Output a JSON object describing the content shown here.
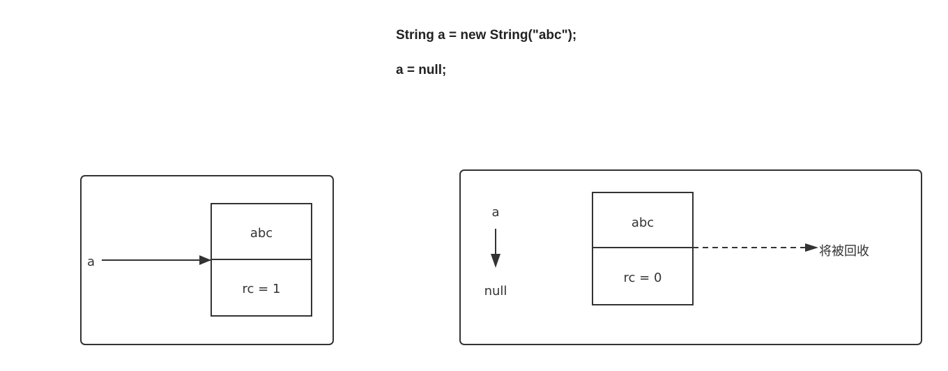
{
  "code": {
    "line1": "String a = new String(\"abc\");",
    "line2": "a = null;"
  },
  "left_panel": {
    "var_label": "a",
    "object_value": "abc",
    "object_rc": "rc = 1"
  },
  "right_panel": {
    "var_label": "a",
    "null_label": "null",
    "object_value": "abc",
    "object_rc": "rc = 0",
    "gc_label": "将被回收"
  },
  "colors": {
    "stroke": "#333333",
    "text": "#333333"
  }
}
